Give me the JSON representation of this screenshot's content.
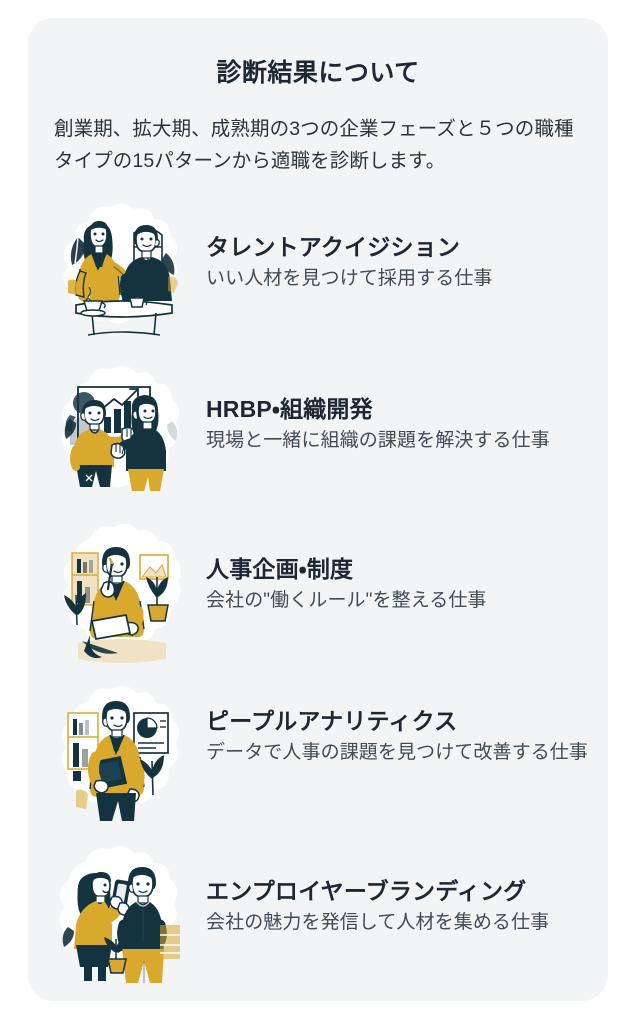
{
  "card": {
    "title": "診断結果について",
    "description": "創業期、拡大期、成熟期の3つの企業フェーズと５つの職種タイプの15パターンから適職を診断します。",
    "background_color": "#f2f4f6"
  },
  "colors": {
    "page_background": "#ffffff",
    "card_background": "#f2f4f6",
    "heading_text": "#1e2732",
    "body_text": "#2c333c",
    "sub_text": "#434b55",
    "illustration_navy": "#15323f",
    "illustration_yellow": "#d9a92e",
    "illustration_cream": "#f0e2c4",
    "illustration_white": "#ffffff"
  },
  "jobs": [
    {
      "name": "タレントアクイジション",
      "description": "いい人材を見つけて採用する仕事",
      "illustration": "two-people-at-cafe-table-illustration"
    },
    {
      "name": "HRBP・組織開発",
      "description": "現場と一緒に組織の課題を解決する仕事",
      "illustration": "presentation-with-bar-chart-illustration"
    },
    {
      "name": "人事企画・制度",
      "description": "会社の\"働くルール\"を整える仕事",
      "illustration": "man-with-document-and-pen-illustration"
    },
    {
      "name": "ピープルアナリティクス",
      "description": "データで人事の課題を見つけて改善する仕事",
      "illustration": "man-with-laptop-and-pie-chart-illustration"
    },
    {
      "name": "エンプロイヤーブランディング",
      "description": "会社の魅力を発信して人材を集める仕事",
      "illustration": "woman-photographing-man-with-phone-illustration"
    }
  ]
}
